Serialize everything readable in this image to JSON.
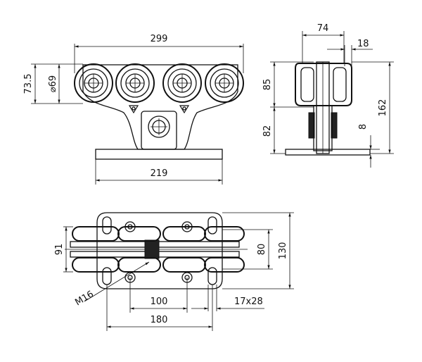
{
  "front_view": {
    "dim_total_width": "299",
    "dim_base_width": "219",
    "dim_height": "73.5",
    "dim_wheel_diameter": "⌀69"
  },
  "side_view": {
    "dim_top_width": "74",
    "dim_inner_gap": "18",
    "dim_upper_height": "85",
    "dim_lower_height": "82",
    "dim_total_height": "162",
    "dim_plate_thickness": "8"
  },
  "top_view": {
    "dim_wheel_span": "91",
    "dim_inner_width": "80",
    "dim_total_width": "130",
    "dim_bolt_spacing": "100",
    "dim_plate_length": "180",
    "dim_slot": "17x28",
    "thread_label": "M16"
  },
  "colors": {
    "line": "#111111",
    "background": "#ffffff"
  }
}
